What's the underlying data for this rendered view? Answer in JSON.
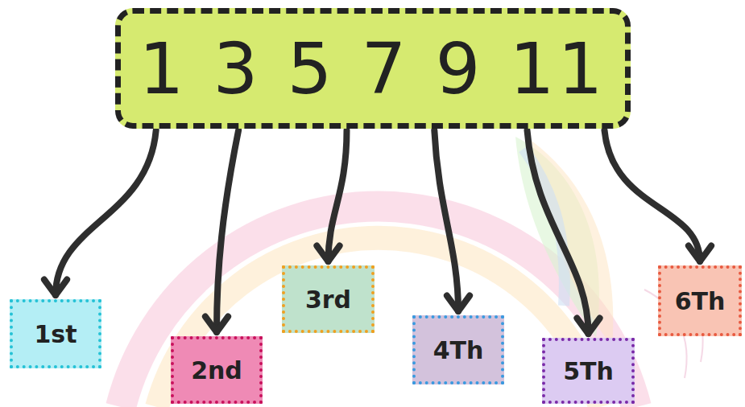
{
  "diagram": {
    "nodes": [
      {
        "text": [
          "1 3 5 7 9 11"
        ]
      },
      {
        "text": [
          "1st"
        ]
      },
      {
        "text": [
          "2nd"
        ]
      },
      {
        "text": [
          "3rd"
        ]
      },
      {
        "text": [
          "4Th"
        ]
      },
      {
        "text": [
          "5Th"
        ]
      },
      {
        "text": [
          "6Th"
        ]
      }
    ],
    "edges": [
      {
        "from": 0,
        "to": 1,
        "arrow": "to"
      },
      {
        "from": 0,
        "to": 2,
        "arrow": "to"
      },
      {
        "from": 0,
        "to": 3,
        "arrow": "to"
      },
      {
        "from": 0,
        "to": 4,
        "arrow": "to"
      },
      {
        "from": 0,
        "to": 5,
        "arrow": "to"
      },
      {
        "from": 0,
        "to": 6,
        "arrow": "to"
      }
    ]
  }
}
